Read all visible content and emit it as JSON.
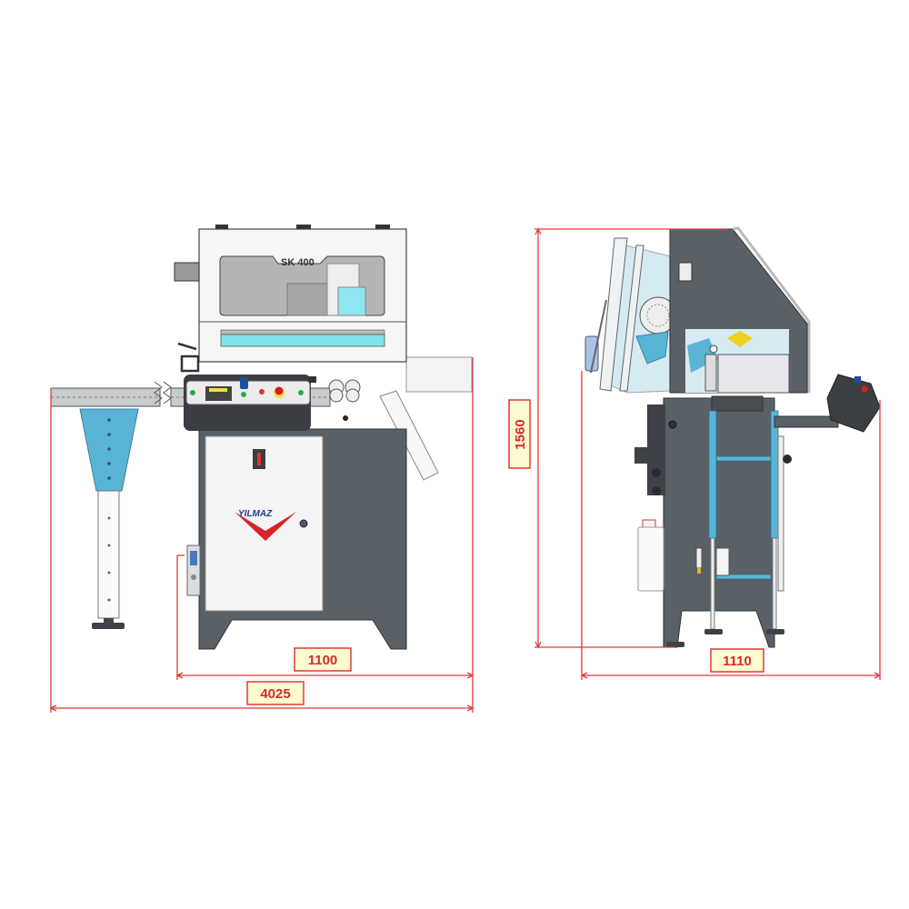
{
  "title": "SK 400 machine dimensions drawing",
  "machine": {
    "model_label": "SK 400",
    "logo_text": "YILMAZ"
  },
  "dimensions": {
    "front_width": "1100",
    "total_length": "4025",
    "height": "1560",
    "side_depth": "1110"
  },
  "colors": {
    "dimension_red": "#e03a3a",
    "label_fill": "#fffbd0",
    "machine_dark": "#596066",
    "accent_cyan": "#7fe3ec",
    "accent_blue": "#5ab4d6"
  }
}
